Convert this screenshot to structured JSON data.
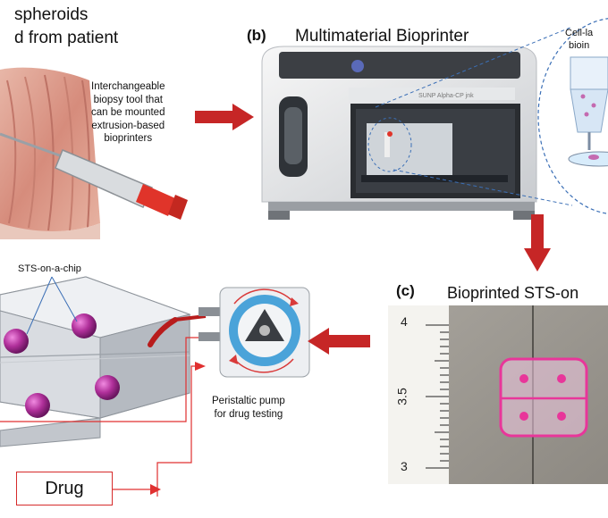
{
  "panel_a": {
    "heading_line1": "spheroids",
    "heading_line2": "d from patient",
    "biopsy_note_lines": [
      "Interchangeable",
      "biopsy tool that",
      "can be mounted",
      "extrusion-based",
      "bioprinters"
    ]
  },
  "panel_b": {
    "letter": "(b)",
    "title": "Multimaterial Bioprinter",
    "printer_brand": "SUNP Alpha-CP jnk",
    "cell_ink_lines": [
      "Cell-la",
      "bioin"
    ]
  },
  "panel_c": {
    "letter": "(c)",
    "title": "Bioprinted STS-on",
    "ruler_labels": [
      "4",
      "3.5",
      "3"
    ]
  },
  "chip": {
    "label": "STS-on-a-chip"
  },
  "pump": {
    "label_lines": [
      "Peristaltic pump",
      "for drug testing"
    ]
  },
  "drug": {
    "label": "Drug"
  },
  "colors": {
    "arrow_red": "#c62626",
    "line_red": "#e03030",
    "spheroid": "#b0309a",
    "bioprint_pink": "#e8369a",
    "dashed_blue": "#3b6fb6",
    "pump_blue": "#4aa3d9"
  }
}
